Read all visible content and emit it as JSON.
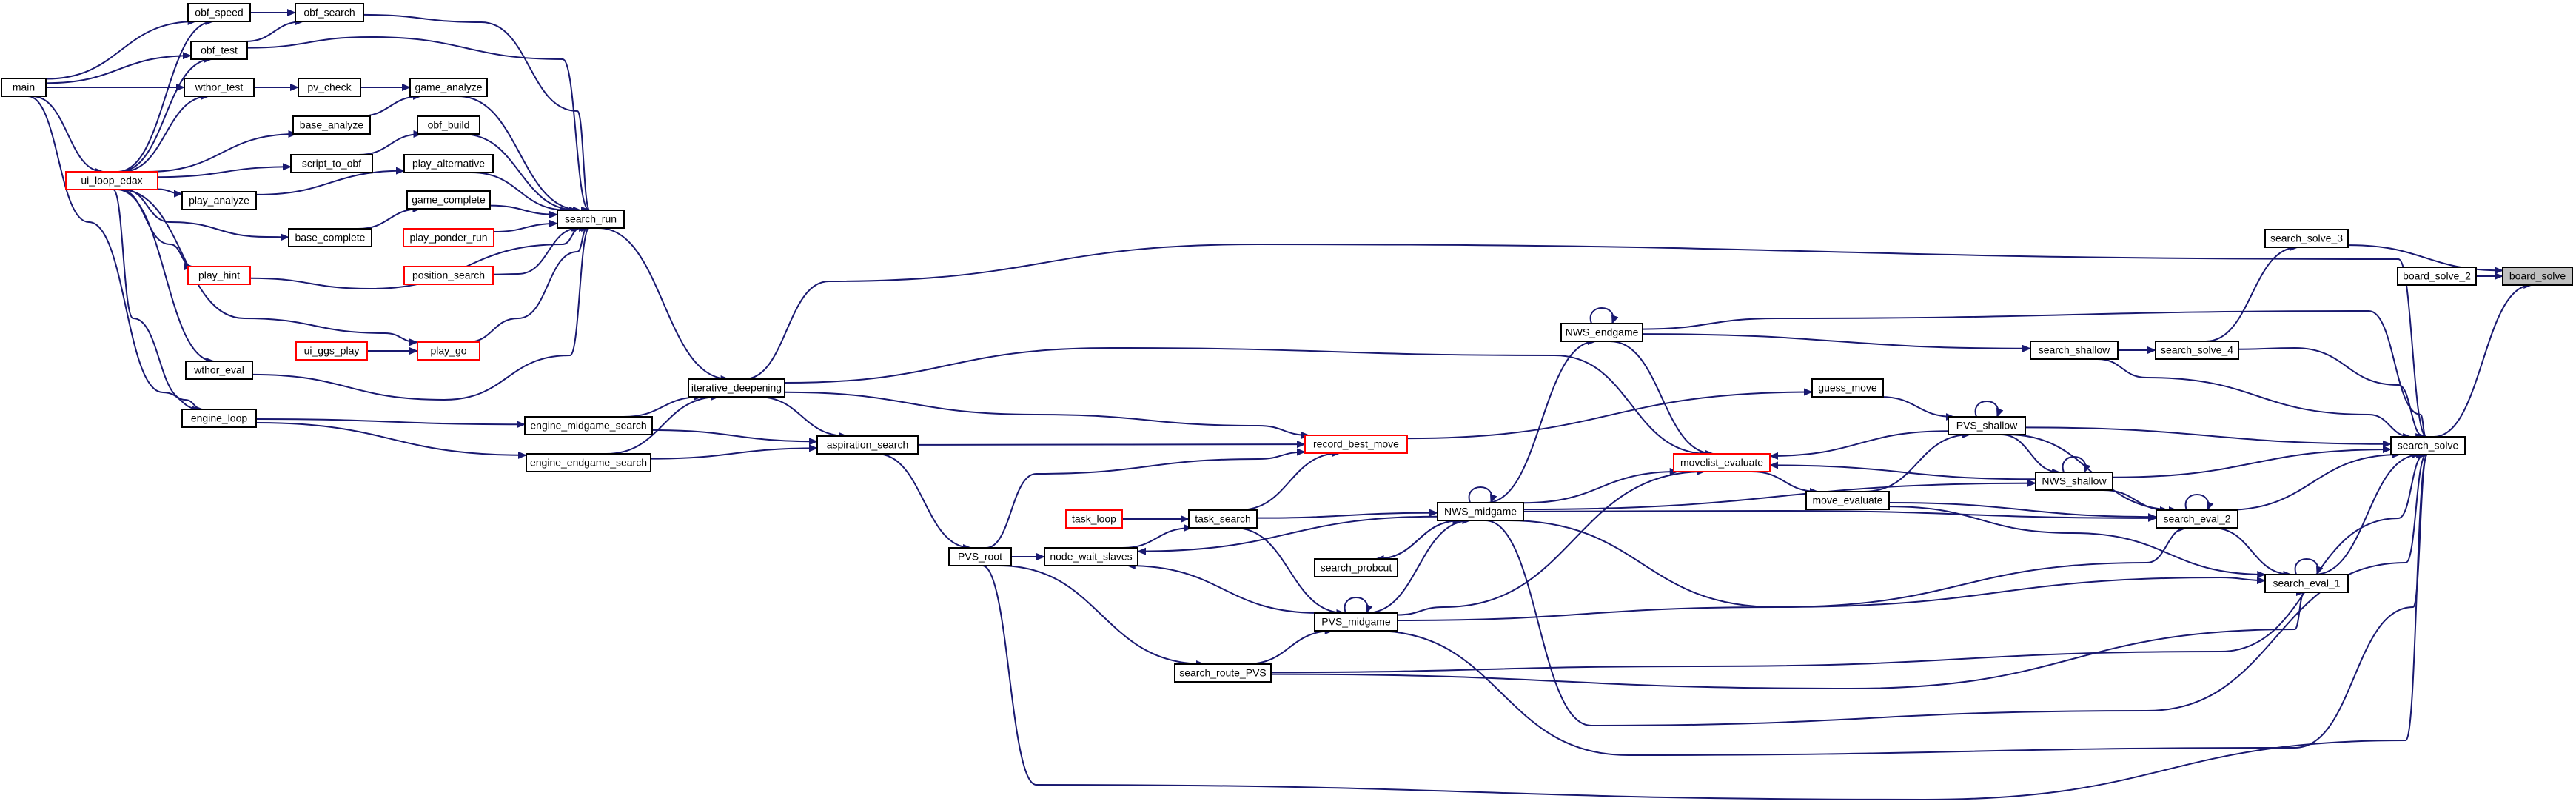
{
  "colors": {
    "edge": "#191970",
    "node_border": "#000000",
    "truncated_border": "#ff0000",
    "node_fill": "#ffffff",
    "root_fill": "#bfbfbf"
  },
  "nodes": [
    {
      "id": "board_solve",
      "label": "board_solve",
      "root": true
    },
    {
      "id": "board_solve_2",
      "label": "board_solve_2"
    },
    {
      "id": "search_solve_3",
      "label": "search_solve_3"
    },
    {
      "id": "search_solve_4",
      "label": "search_solve_4"
    },
    {
      "id": "search_shallow",
      "label": "search_shallow"
    },
    {
      "id": "search_solve",
      "label": "search_solve"
    },
    {
      "id": "NWS_endgame",
      "label": "NWS_endgame"
    },
    {
      "id": "iterative_deepening",
      "label": "iterative_deepening"
    },
    {
      "id": "search_run",
      "label": "search_run"
    },
    {
      "id": "obf_speed",
      "label": "obf_speed"
    },
    {
      "id": "obf_search",
      "label": "obf_search"
    },
    {
      "id": "obf_test",
      "label": "obf_test"
    },
    {
      "id": "main",
      "label": "main"
    },
    {
      "id": "wthor_test",
      "label": "wthor_test"
    },
    {
      "id": "pv_check",
      "label": "pv_check"
    },
    {
      "id": "game_analyze",
      "label": "game_analyze"
    },
    {
      "id": "base_analyze",
      "label": "base_analyze"
    },
    {
      "id": "ui_loop_edax",
      "label": "ui_loop_edax",
      "truncated": true
    },
    {
      "id": "obf_build",
      "label": "obf_build"
    },
    {
      "id": "script_to_obf",
      "label": "script_to_obf"
    },
    {
      "id": "play_alternative",
      "label": "play_alternative"
    },
    {
      "id": "play_analyze",
      "label": "play_analyze"
    },
    {
      "id": "game_complete",
      "label": "game_complete"
    },
    {
      "id": "base_complete",
      "label": "base_complete"
    },
    {
      "id": "play_ponder_run",
      "label": "play_ponder_run",
      "truncated": true
    },
    {
      "id": "play_hint",
      "label": "play_hint",
      "truncated": true
    },
    {
      "id": "position_search",
      "label": "position_search",
      "truncated": true
    },
    {
      "id": "ui_ggs_play",
      "label": "ui_ggs_play",
      "truncated": true
    },
    {
      "id": "play_go",
      "label": "play_go",
      "truncated": true
    },
    {
      "id": "wthor_eval",
      "label": "wthor_eval"
    },
    {
      "id": "engine_loop",
      "label": "engine_loop"
    },
    {
      "id": "engine_midgame_search",
      "label": "engine_midgame_search"
    },
    {
      "id": "engine_endgame_search",
      "label": "engine_endgame_search"
    },
    {
      "id": "aspiration_search",
      "label": "aspiration_search"
    },
    {
      "id": "record_best_move",
      "label": "record_best_move",
      "truncated": true
    },
    {
      "id": "guess_move",
      "label": "guess_move"
    },
    {
      "id": "PVS_shallow",
      "label": "PVS_shallow"
    },
    {
      "id": "movelist_evaluate",
      "label": "movelist_evaluate",
      "truncated": true
    },
    {
      "id": "NWS_shallow",
      "label": "NWS_shallow"
    },
    {
      "id": "move_evaluate",
      "label": "move_evaluate"
    },
    {
      "id": "search_eval_2",
      "label": "search_eval_2"
    },
    {
      "id": "search_eval_1",
      "label": "search_eval_1"
    },
    {
      "id": "NWS_midgame",
      "label": "NWS_midgame"
    },
    {
      "id": "task_loop",
      "label": "task_loop",
      "truncated": true
    },
    {
      "id": "task_search",
      "label": "task_search"
    },
    {
      "id": "PVS_root",
      "label": "PVS_root"
    },
    {
      "id": "node_wait_slaves",
      "label": "node_wait_slaves"
    },
    {
      "id": "search_probcut",
      "label": "search_probcut"
    },
    {
      "id": "PVS_midgame",
      "label": "PVS_midgame"
    },
    {
      "id": "search_route_PVS",
      "label": "search_route_PVS"
    }
  ],
  "edges": [
    [
      "board_solve_2",
      "board_solve"
    ],
    [
      "search_solve_3",
      "board_solve"
    ],
    [
      "search_solve",
      "board_solve"
    ],
    [
      "search_solve_4",
      "search_solve_3"
    ],
    [
      "search_shallow",
      "search_solve_4"
    ],
    [
      "NWS_endgame",
      "search_shallow"
    ],
    [
      "search_shallow",
      "search_solve"
    ],
    [
      "search_solve_4",
      "search_solve"
    ],
    [
      "NWS_endgame",
      "search_solve"
    ],
    [
      "iterative_deepening",
      "search_solve"
    ],
    [
      "PVS_shallow",
      "search_solve"
    ],
    [
      "NWS_shallow",
      "search_solve"
    ],
    [
      "search_eval_2",
      "search_solve"
    ],
    [
      "search_eval_1",
      "search_solve"
    ],
    [
      "NWS_midgame",
      "search_solve"
    ],
    [
      "PVS_midgame",
      "search_solve"
    ],
    [
      "search_route_PVS",
      "search_solve"
    ],
    [
      "PVS_root",
      "search_solve"
    ],
    [
      "NWS_endgame",
      "NWS_endgame"
    ],
    [
      "NWS_midgame",
      "NWS_endgame"
    ],
    [
      "search_run",
      "iterative_deepening"
    ],
    [
      "engine_midgame_search",
      "iterative_deepening"
    ],
    [
      "engine_endgame_search",
      "iterative_deepening"
    ],
    [
      "obf_search",
      "search_run"
    ],
    [
      "game_analyze",
      "search_run"
    ],
    [
      "obf_build",
      "search_run"
    ],
    [
      "play_alternative",
      "search_run"
    ],
    [
      "game_complete",
      "search_run"
    ],
    [
      "play_ponder_run",
      "search_run"
    ],
    [
      "position_search",
      "search_run"
    ],
    [
      "play_hint",
      "search_run"
    ],
    [
      "play_go",
      "search_run"
    ],
    [
      "wthor_eval",
      "search_run"
    ],
    [
      "obf_test",
      "search_run"
    ],
    [
      "obf_speed",
      "obf_search"
    ],
    [
      "obf_test",
      "obf_search"
    ],
    [
      "main",
      "obf_speed"
    ],
    [
      "ui_loop_edax",
      "obf_speed"
    ],
    [
      "main",
      "obf_test"
    ],
    [
      "ui_loop_edax",
      "obf_test"
    ],
    [
      "main",
      "wthor_test"
    ],
    [
      "ui_loop_edax",
      "wthor_test"
    ],
    [
      "wthor_test",
      "pv_check"
    ],
    [
      "pv_check",
      "game_analyze"
    ],
    [
      "base_analyze",
      "game_analyze"
    ],
    [
      "ui_loop_edax",
      "base_analyze"
    ],
    [
      "main",
      "ui_loop_edax"
    ],
    [
      "script_to_obf",
      "obf_build"
    ],
    [
      "ui_loop_edax",
      "script_to_obf"
    ],
    [
      "play_analyze",
      "play_alternative"
    ],
    [
      "ui_loop_edax",
      "play_analyze"
    ],
    [
      "base_complete",
      "game_complete"
    ],
    [
      "ui_loop_edax",
      "base_complete"
    ],
    [
      "ui_loop_edax",
      "play_hint"
    ],
    [
      "ui_loop_edax",
      "play_go"
    ],
    [
      "ui_ggs_play",
      "play_go"
    ],
    [
      "ui_loop_edax",
      "wthor_eval"
    ],
    [
      "ui_loop_edax",
      "engine_loop"
    ],
    [
      "main",
      "engine_loop"
    ],
    [
      "engine_loop",
      "engine_midgame_search"
    ],
    [
      "engine_loop",
      "engine_endgame_search"
    ],
    [
      "iterative_deepening",
      "aspiration_search"
    ],
    [
      "engine_midgame_search",
      "aspiration_search"
    ],
    [
      "engine_endgame_search",
      "aspiration_search"
    ],
    [
      "aspiration_search",
      "record_best_move"
    ],
    [
      "iterative_deepening",
      "record_best_move"
    ],
    [
      "PVS_root",
      "record_best_move"
    ],
    [
      "task_search",
      "record_best_move"
    ],
    [
      "aspiration_search",
      "PVS_root"
    ],
    [
      "record_best_move",
      "guess_move"
    ],
    [
      "guess_move",
      "PVS_shallow"
    ],
    [
      "PVS_shallow",
      "PVS_shallow"
    ],
    [
      "PVS_shallow",
      "movelist_evaluate"
    ],
    [
      "NWS_shallow",
      "movelist_evaluate"
    ],
    [
      "NWS_endgame",
      "movelist_evaluate"
    ],
    [
      "NWS_midgame",
      "movelist_evaluate"
    ],
    [
      "PVS_midgame",
      "movelist_evaluate"
    ],
    [
      "iterative_deepening",
      "movelist_evaluate"
    ],
    [
      "movelist_evaluate",
      "move_evaluate"
    ],
    [
      "PVS_shallow",
      "NWS_shallow"
    ],
    [
      "NWS_shallow",
      "NWS_shallow"
    ],
    [
      "NWS_shallow",
      "search_eval_2"
    ],
    [
      "PVS_shallow",
      "search_eval_2"
    ],
    [
      "search_eval_2",
      "search_eval_2"
    ],
    [
      "move_evaluate",
      "search_eval_2"
    ],
    [
      "move_evaluate",
      "search_eval_1"
    ],
    [
      "search_eval_2",
      "search_eval_1"
    ],
    [
      "search_eval_1",
      "search_eval_1"
    ],
    [
      "move_evaluate",
      "PVS_shallow"
    ],
    [
      "NWS_midgame",
      "NWS_midgame"
    ],
    [
      "task_search",
      "NWS_midgame"
    ],
    [
      "search_probcut",
      "NWS_midgame"
    ],
    [
      "PVS_midgame",
      "NWS_midgame"
    ],
    [
      "NWS_midgame",
      "search_eval_2"
    ],
    [
      "NWS_midgame",
      "NWS_shallow"
    ],
    [
      "task_loop",
      "task_search"
    ],
    [
      "node_wait_slaves",
      "task_search"
    ],
    [
      "PVS_root",
      "node_wait_slaves"
    ],
    [
      "NWS_midgame",
      "node_wait_slaves"
    ],
    [
      "PVS_midgame",
      "node_wait_slaves"
    ],
    [
      "NWS_midgame",
      "search_probcut"
    ],
    [
      "task_search",
      "PVS_midgame"
    ],
    [
      "PVS_midgame",
      "PVS_midgame"
    ],
    [
      "search_route_PVS",
      "PVS_midgame"
    ],
    [
      "PVS_root",
      "search_route_PVS"
    ],
    [
      "PVS_midgame",
      "search_eval_2"
    ],
    [
      "search_route_PVS",
      "search_eval_1"
    ],
    [
      "NWS_midgame",
      "search_eval_1"
    ]
  ]
}
